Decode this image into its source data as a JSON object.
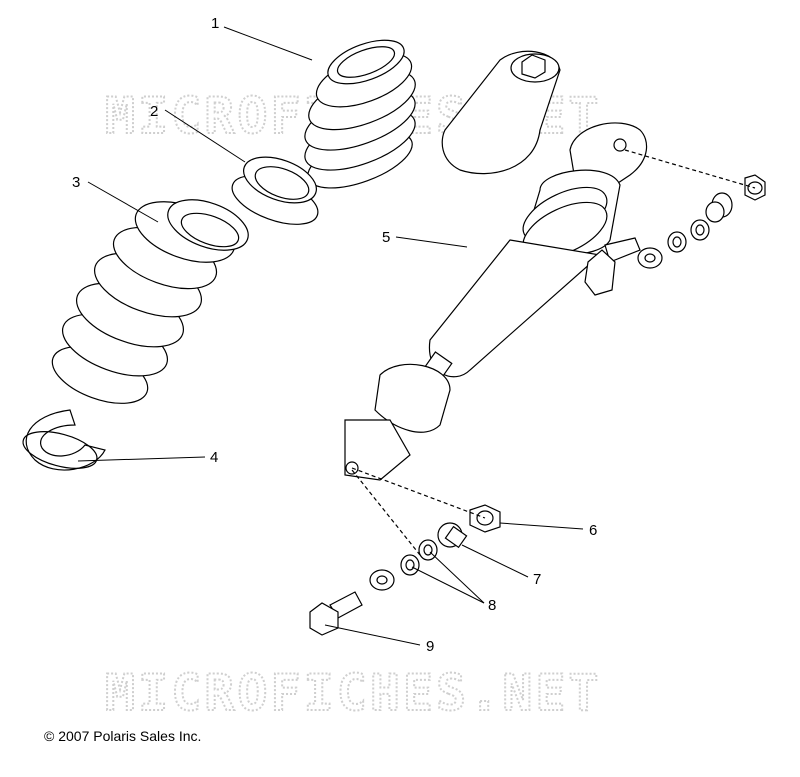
{
  "watermark": "MICROFICHES.NET",
  "copyright": "© 2007 Polaris Sales Inc.",
  "callouts": {
    "c1": "1",
    "c2": "2",
    "c3": "3",
    "c4": "4",
    "c5": "5",
    "c6": "6",
    "c7": "7",
    "c8": "8",
    "c9": "9"
  }
}
